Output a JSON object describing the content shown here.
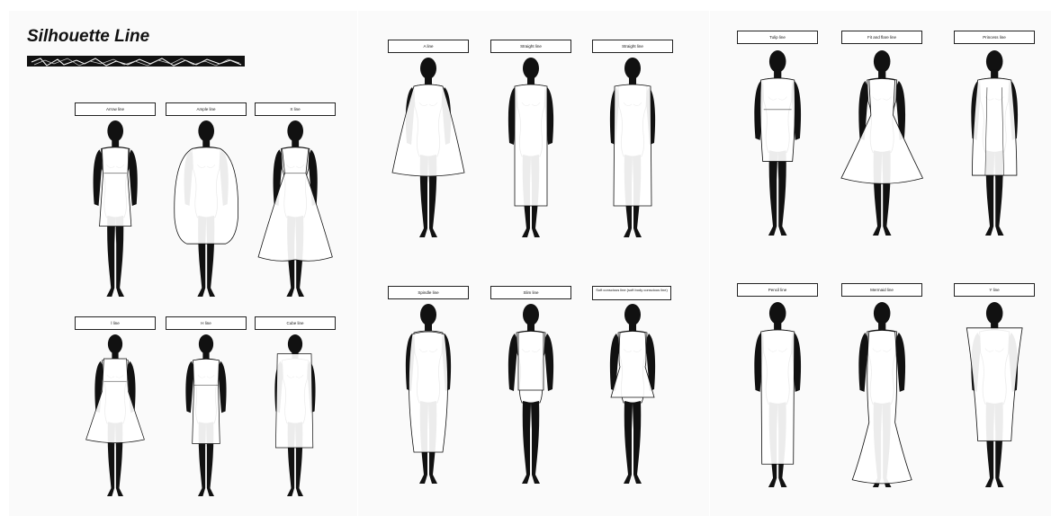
{
  "header": {
    "title": "Silhouette Line"
  },
  "panels": [
    {
      "rows": [
        [
          "Arrow line",
          "Ample line",
          "X line"
        ],
        [
          "Ⅰ line",
          "H line",
          "Cube line"
        ]
      ]
    },
    {
      "rows": [
        [
          "A line",
          "Straight line",
          "Straight line"
        ],
        [
          "Spindle line",
          "Slim line",
          "Soft conscious line (soft body conscious line)"
        ]
      ]
    },
    {
      "rows": [
        [
          "Tulip line",
          "Fit and flare line",
          "Princess line"
        ],
        [
          "Pencil line",
          "Mermaid line",
          "Y line"
        ]
      ]
    }
  ],
  "colors": {
    "ink": "#111111",
    "paper": "#fafafa"
  }
}
